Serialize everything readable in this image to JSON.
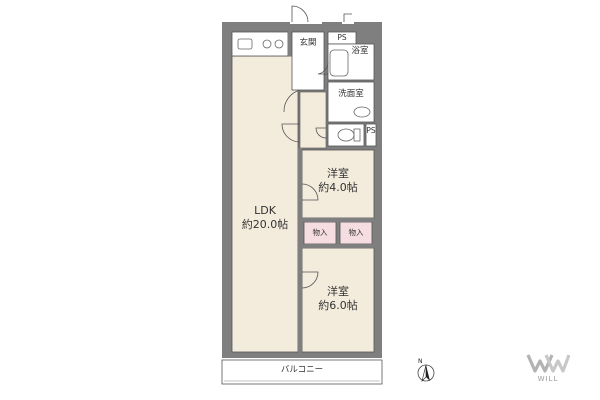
{
  "rooms": {
    "genkan": "玄関",
    "ps_top": "PS",
    "bath": "浴室",
    "washroom": "洗面室",
    "ps_side": "PS",
    "ldk": {
      "name": "LDK",
      "size": "約20.0帖"
    },
    "western1": {
      "name": "洋室",
      "size": "約4.0帖"
    },
    "western2": {
      "name": "洋室",
      "size": "約6.0帖"
    },
    "closet1": "物入",
    "closet2": "物入",
    "balcony": "バルコニー"
  },
  "compass": {
    "label": "N"
  },
  "logo": {
    "text": "WILL"
  },
  "colors": {
    "wall": "#7f7f7f",
    "room_fill": "#f3ebdc",
    "closet_fill": "#f6dde1",
    "wet_fill": "#ffffff"
  }
}
